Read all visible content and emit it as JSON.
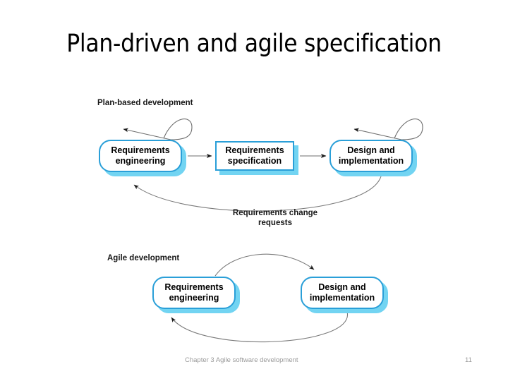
{
  "slide": {
    "title": "Plan-driven and agile specification",
    "background_color": "#ffffff"
  },
  "diagram": {
    "node_border_color": "#2A9FD8",
    "node_shadow_color": "#72D4F2",
    "connector_color": "#808080",
    "sections": [
      {
        "id": "plan-based",
        "label": "Plan-based development",
        "nodes": [
          {
            "id": "pd-re",
            "label": "Requirements\nengineering",
            "line1": "Requirements",
            "line2": "engineering",
            "shape": "rounded"
          },
          {
            "id": "pd-rs",
            "label": "Requirements\nspecification",
            "line1": "Requirements",
            "line2": "specification",
            "shape": "rectangle"
          },
          {
            "id": "pd-di",
            "label": "Design and\nimplementation",
            "line1": "Design and",
            "line2": "implementation",
            "shape": "rounded"
          }
        ],
        "connector_labels": [
          {
            "id": "change-requests",
            "line1": "Requirements change",
            "line2": "requests"
          }
        ]
      },
      {
        "id": "agile",
        "label": "Agile development",
        "nodes": [
          {
            "id": "ag-re",
            "label": "Requirements\nengineering",
            "line1": "Requirements",
            "line2": "engineering",
            "shape": "rounded"
          },
          {
            "id": "ag-di",
            "label": "Design and\nimplementation",
            "line1": "Design and",
            "line2": "implementation",
            "shape": "rounded"
          }
        ],
        "connector_labels": []
      }
    ]
  },
  "footer": {
    "text": "Chapter 3 Agile software development",
    "page_number": "11",
    "color": "#9a9a9a"
  }
}
